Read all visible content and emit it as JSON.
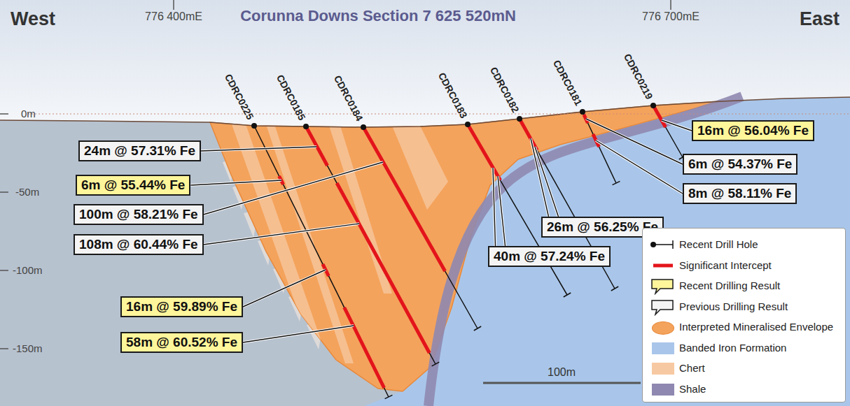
{
  "diagram": {
    "title": "Corunna Downs Section 7 625 520mN",
    "nodes": [
      {
        "text": [
          "24m @ 57.31% Fe"
        ]
      },
      {
        "text": [
          "6m @ 55.44% Fe"
        ]
      },
      {
        "text": [
          "100m @ 58.21% Fe"
        ]
      },
      {
        "text": [
          "108m @ 60.44% Fe"
        ]
      },
      {
        "text": [
          "16m @ 59.89% Fe"
        ]
      },
      {
        "text": [
          "58m @ 60.52% Fe"
        ]
      },
      {
        "text": [
          "40m @ 57.24% Fe"
        ]
      },
      {
        "text": [
          "26m @ 56.25% Fe"
        ]
      },
      {
        "text": [
          "16m @ 56.04% Fe"
        ]
      },
      {
        "text": [
          "6m @ 54.37% Fe"
        ]
      },
      {
        "text": [
          "8m @ 58.11% Fe"
        ]
      }
    ],
    "labels": [
      "West",
      "776 400mE",
      "776 700mE",
      "East",
      "0m",
      "CDRC0225",
      "CDRC0185",
      "CDRC0184",
      "CDRC0183",
      "CDRC0182",
      "CDRC0181",
      "CDRC0219",
      "-50m",
      "-100m",
      "100m",
      "-150m"
    ],
    "legend": [
      {
        "text": "Recent Drill Hole"
      },
      {
        "text": "Significant Intercept"
      },
      {
        "text": "Recent Drilling Result"
      },
      {
        "text": "Previous Drilling Result"
      },
      {
        "text": "Interpreted Mineralised Envelope",
        "color": "#f4a35c"
      },
      {
        "text": "Banded Iron Formation",
        "color": "#a9c6ea"
      },
      {
        "text": "Chert",
        "color": "#f7c9a2"
      },
      {
        "text": "Shale",
        "color": "#8f88b0"
      }
    ]
  }
}
